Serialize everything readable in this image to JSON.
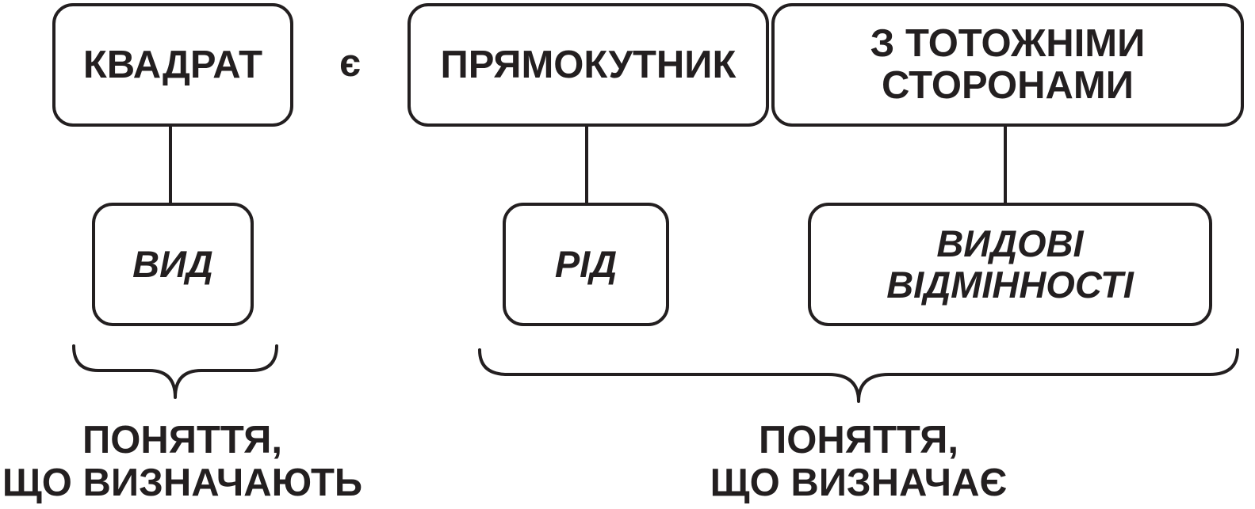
{
  "top_row": {
    "square": "КВАДРАТ",
    "copula": "є",
    "rectangle": "ПРЯМОКУТНИК",
    "equal_sides": "З ТОТОЖНІМИ\nСТОРОНАМИ"
  },
  "bottom_row": {
    "species": "ВИД",
    "genus": "РІД",
    "differences": "ВИДОВІ\nВІДМІННОСТІ"
  },
  "captions": {
    "defined": "ПОНЯТТЯ,\nЩО ВИЗНАЧАЮТЬ",
    "defining": "ПОНЯТТЯ,\nЩО ВИЗНАЧАЄ"
  },
  "colors": {
    "ink": "#231f20",
    "background": "#ffffff"
  }
}
